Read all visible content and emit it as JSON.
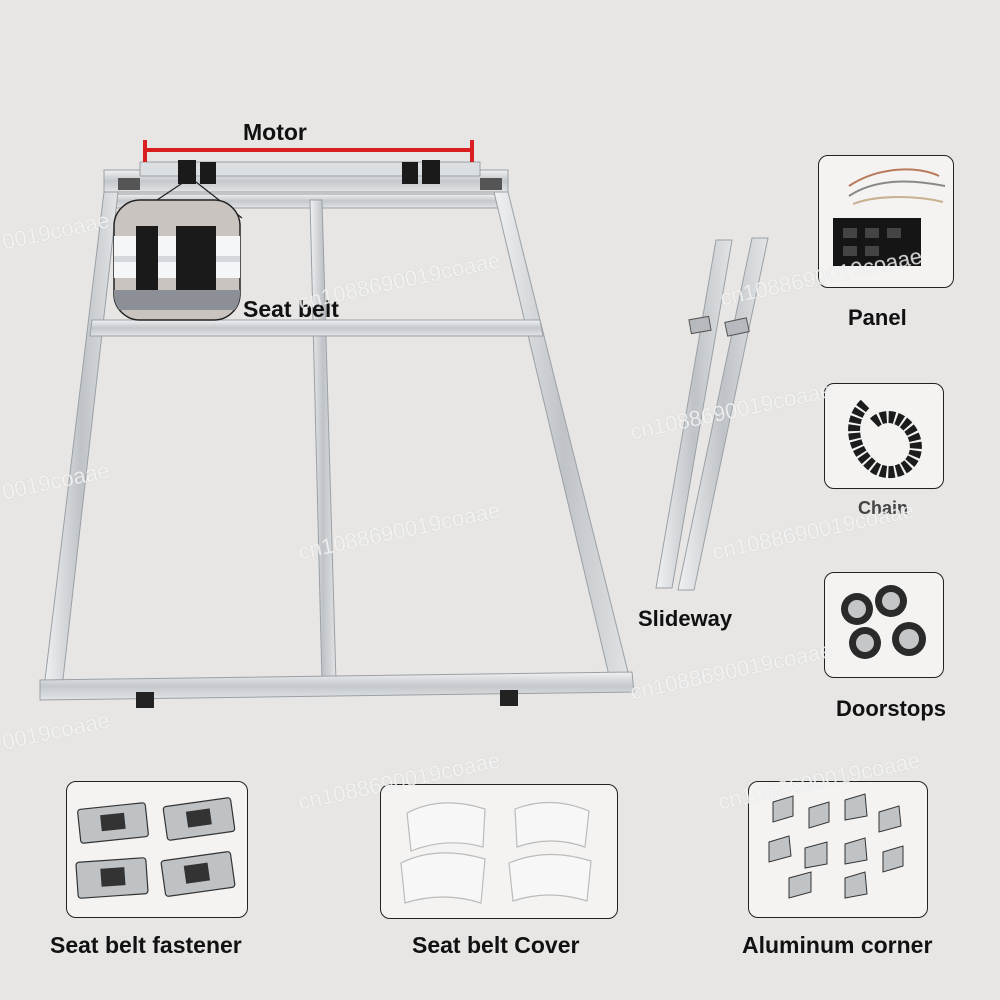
{
  "labels": {
    "motor": "Motor",
    "seat_belt": "Seat belt",
    "panel": "Panel",
    "chain": "Chain",
    "slideway": "Slideway",
    "doorstops": "Doorstops",
    "seat_belt_fastener": "Seat belt fastener",
    "seat_belt_cover": "Seat belt Cover",
    "aluminum_corner": "Aluminum corner"
  },
  "watermark": "cn1088690019coaae",
  "watermark_partial": "0019coaae",
  "colors": {
    "background": "#e8e6e4",
    "motor_line": "#d81e1e",
    "frame": "#c9ccd0"
  }
}
